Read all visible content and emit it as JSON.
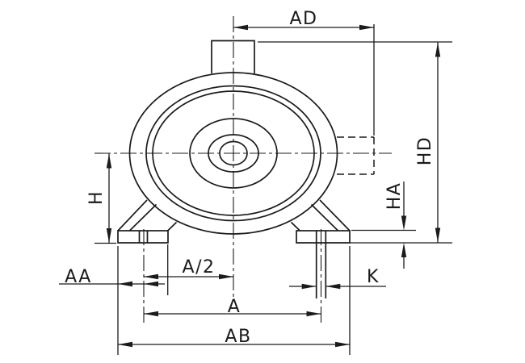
{
  "drawing": {
    "labels": {
      "ad": "AD",
      "hd": "HD",
      "ha": "HA",
      "h": "H",
      "aa": "AA",
      "a_half": "A/2",
      "a": "A",
      "ab": "AB",
      "k": "K"
    },
    "colors": {
      "line": "#1b1b1b",
      "background": "#ffffff"
    }
  }
}
